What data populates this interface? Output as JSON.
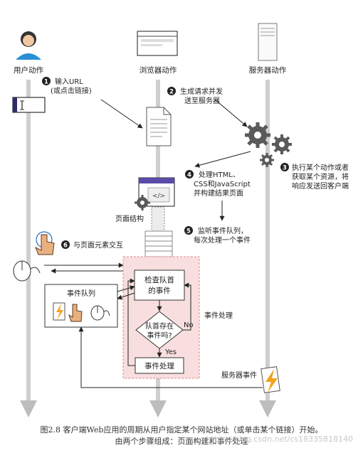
{
  "lanes": {
    "user": "用户动作",
    "browser": "浏览器动作",
    "server": "服务器动作"
  },
  "steps": [
    {
      "num": "1",
      "lines": [
        "输入URL",
        "(或点击链接)"
      ]
    },
    {
      "num": "2",
      "lines": [
        "生成请求并发",
        "送至服务器"
      ]
    },
    {
      "num": "3",
      "lines": [
        "执行某个动作或者",
        "获取某个资源，将",
        "响应发送回客户端"
      ]
    },
    {
      "num": "4",
      "lines": [
        "处理HTML、",
        "CSS和JavaScript",
        "并构建结果页面"
      ]
    },
    {
      "num": "5",
      "lines": [
        "监听事件队列，",
        "每次处理一个事件"
      ]
    },
    {
      "num": "6",
      "lines": [
        "与页面元素交互"
      ]
    }
  ],
  "labels": {
    "page_structure": "页面结构",
    "event_queue": "事件队列",
    "check_queue_line1": "检查队首",
    "check_queue_line2": "的事件",
    "queue_q_line1": "队首存在",
    "queue_q_line2": "事件吗?",
    "no": "No",
    "yes": "Yes",
    "event_handling_box": "事件处理",
    "event_handling_side": "事件处理",
    "server_event": "服务器事件",
    "code_icon": "</>"
  },
  "caption": {
    "line1": "图2.8 客户端Web应用的周期从用户指定某个网站地址（或单击某个链接）开始。",
    "line2": "由两个步骤组成：页面构建和事件处理"
  },
  "watermark": "https://blog.csdn.net/cs18335818140",
  "colors": {
    "lane": "#c9c9c9",
    "accent_pink": "#f8dede",
    "accent_border": "#e58a8a",
    "bolt": "#f3a21b"
  }
}
